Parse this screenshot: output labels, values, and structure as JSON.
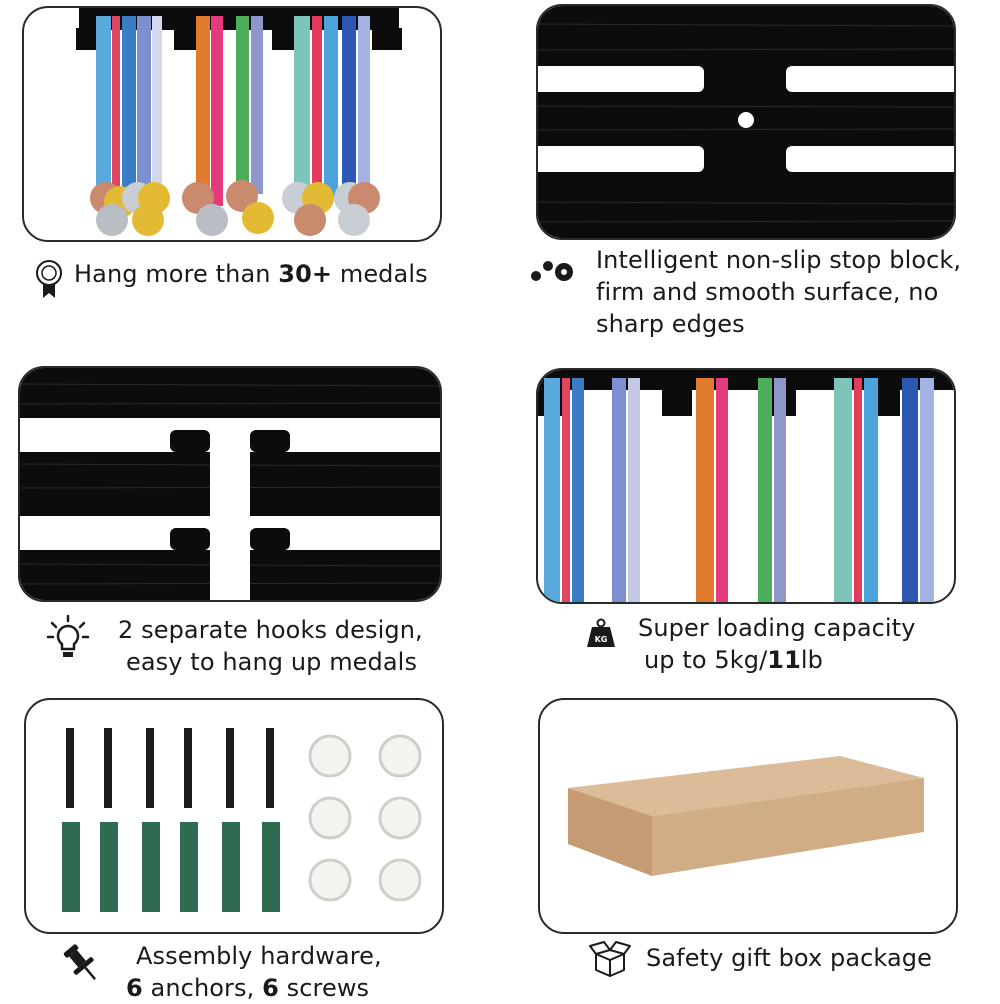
{
  "colors": {
    "board": "#0c0c0c",
    "grain": "#2a2a2a",
    "plug": "#2f6b51",
    "box": "#d1ad86"
  },
  "captions": {
    "medals": {
      "pre": "Hang more than ",
      "bold": "30+",
      "post": " medals"
    },
    "stop_block": {
      "line1": "Intelligent non-slip stop block,",
      "line2": "firm and smooth surface, no",
      "line3": "sharp edges"
    },
    "hooks": {
      "line1": "2 separate hooks design,",
      "line2": "easy to hang up medals"
    },
    "loading": {
      "line1": "Super loading capacity",
      "line2_pre": "up to 5kg/",
      "line2_bold": "11",
      "line2_post": "lb"
    },
    "hardware": {
      "line1": "Assembly hardware,",
      "line2_a_bold": "6",
      "line2_a": " anchors, ",
      "line2_b_bold": "6",
      "line2_b": " screws"
    },
    "package": {
      "text": "Safety gift box package"
    }
  },
  "icons": {
    "medals": "award-badge-icon",
    "stop_block": "gears-icon",
    "hooks": "lightbulb-icon",
    "loading": "weight-kg-icon",
    "kg_label": "KG",
    "hardware": "pushpin-icon",
    "package": "open-box-icon"
  }
}
